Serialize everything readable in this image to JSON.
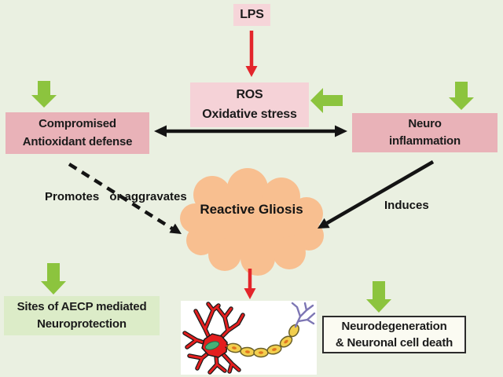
{
  "diagram": {
    "background_color": "#eaf0e1",
    "nodes": {
      "lps": {
        "label": "LPS",
        "bg": "#f6d5d9"
      },
      "ros": {
        "line1": "ROS",
        "line2": "Oxidative stress",
        "bg": "#f5d2d7"
      },
      "compromised": {
        "line1": "Compromised",
        "line2": "Antioxidant defense",
        "bg": "#e9b2b8"
      },
      "neuro": {
        "line1": "Neuro",
        "line2": "inflammation",
        "bg": "#e9b2b8"
      },
      "gliosis": {
        "line1": "Reactive",
        "line2": "Gliosis",
        "bg": "#f8bf90"
      },
      "sites": {
        "line1": "Sites of AECP mediated",
        "line2": "Neuroprotection",
        "bg": "#dcecc8"
      },
      "neurodegeneration": {
        "line1": "Neurodegeneration",
        "line2": "& Neuronal cell death",
        "bg": "#fbfbf2"
      }
    },
    "edge_labels": {
      "promotes_line1": "Promotes",
      "promotes_line2": "or aggravates",
      "induces": "Induces"
    },
    "icons": [
      "green-down-arrow-icon",
      "green-left-arrow-icon",
      "red-down-arrow-icon",
      "double-headed-arrow-icon",
      "dashed-arrow-icon",
      "neuron-illustration"
    ],
    "colors": {
      "green_arrow": "#8cc43e",
      "red_arrow": "#e3252b",
      "black_arrow": "#141414",
      "cloud": "#f8bf90",
      "neuron_body": "#e41e1e",
      "neuron_nucleus": "#45b078",
      "myelin": "#f2cf4e",
      "axon_terminal": "#7d76b4"
    }
  }
}
